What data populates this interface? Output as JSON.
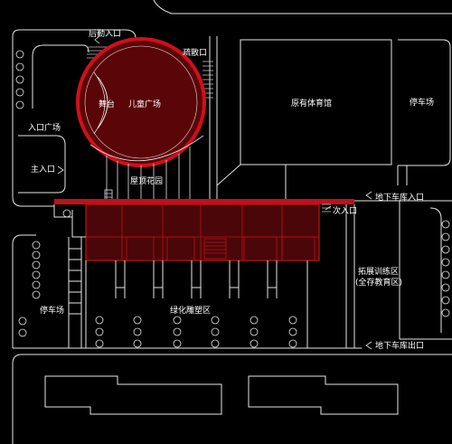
{
  "labels": {
    "rear_entrance": "后勤入口",
    "evacuation_exit": "疏散口",
    "stage": "舞台",
    "children_plaza": "儿童广场",
    "existing_gym": "原有体育馆",
    "parking_right": "停车场",
    "entrance_plaza": "入口广场",
    "main_entrance": "主入口",
    "roof_garden": "屋顶花园",
    "garage_entrance": "地下车库入口",
    "secondary_entrance": "次入口",
    "expansion_area_line1": "拓展训练区",
    "expansion_area_line2": "(全存教育区)",
    "parking_left": "停车场",
    "green_sculpture": "绿化雕塑区",
    "garage_exit": "地下车库出口"
  },
  "colors": {
    "background": "#000000",
    "lines": "#e6e6e6",
    "red": "#c0101a",
    "dark_red": "#4a0608"
  }
}
